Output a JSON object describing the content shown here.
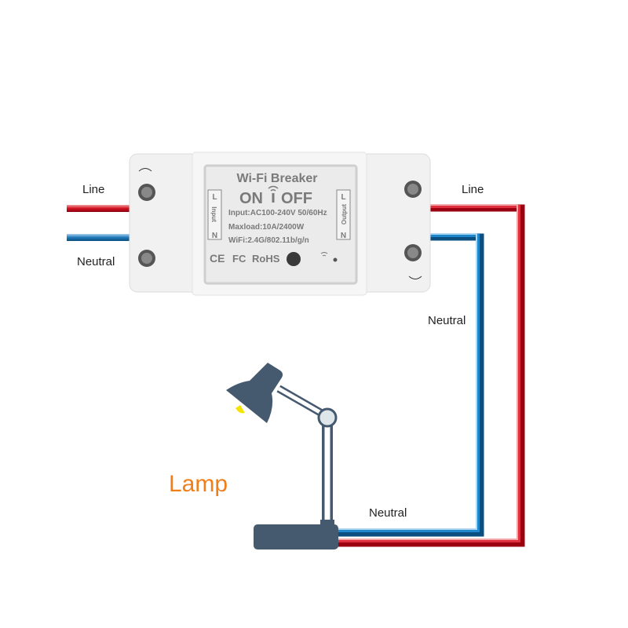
{
  "labels": {
    "line_left": "Line",
    "neutral_left": "Neutral",
    "line_right": "Line",
    "neutral_right": "Neutral",
    "neutral_bottom": "Neutral",
    "lamp": "Lamp"
  },
  "device": {
    "title": "Wi-Fi Breaker",
    "on": "ON",
    "off": "OFF",
    "input_spec": "Input:AC100-240V 50/60Hz",
    "maxload": "Maxload:10A/2400W",
    "wifi": "WiFi:2.4G/802.11b/g/n",
    "input_side": {
      "l": "L",
      "label": "Input",
      "n": "N"
    },
    "output_side": {
      "l": "L",
      "label": "Output",
      "n": "N"
    },
    "marks": [
      "CE",
      "FC",
      "RoHS"
    ]
  },
  "colors": {
    "line": "#c8101e",
    "neutral": "#1f78b8",
    "lamp": "#45596f",
    "lamp_label": "#f07f1a",
    "bulb": "#f5e400"
  }
}
